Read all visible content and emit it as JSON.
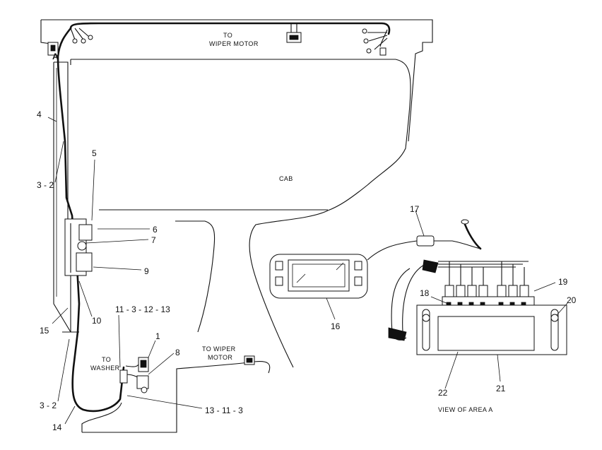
{
  "notes": {
    "to_wiper_motor_top": "TO",
    "to_wiper_motor_top_2": "WIPER MOTOR",
    "cab": "CAB",
    "to_washer_1": "TO",
    "to_washer_2": "WASHER",
    "to_wiper_motor_low_1": "TO WIPER",
    "to_wiper_motor_low_2": "MOTOR",
    "area_marker": "A",
    "view_of_area": "VIEW OF AREA A"
  },
  "callouts": [
    {
      "id": "4",
      "text": "4"
    },
    {
      "id": "3-2-upper",
      "text": "3 - 2"
    },
    {
      "id": "5",
      "text": "5"
    },
    {
      "id": "6",
      "text": "6"
    },
    {
      "id": "7",
      "text": "7"
    },
    {
      "id": "9",
      "text": "9"
    },
    {
      "id": "10",
      "text": "10"
    },
    {
      "id": "15",
      "text": "15"
    },
    {
      "id": "11-3-12-13",
      "text": "11 - 3 - 12 - 13"
    },
    {
      "id": "1",
      "text": "1"
    },
    {
      "id": "8",
      "text": "8"
    },
    {
      "id": "3-2-lower",
      "text": "3 - 2"
    },
    {
      "id": "13-11-3",
      "text": "13 - 11 - 3"
    },
    {
      "id": "14",
      "text": "14"
    },
    {
      "id": "16",
      "text": "16"
    },
    {
      "id": "17",
      "text": "17"
    },
    {
      "id": "18",
      "text": "18"
    },
    {
      "id": "19",
      "text": "19"
    },
    {
      "id": "20",
      "text": "20"
    },
    {
      "id": "22",
      "text": "22"
    },
    {
      "id": "21",
      "text": "21"
    }
  ]
}
